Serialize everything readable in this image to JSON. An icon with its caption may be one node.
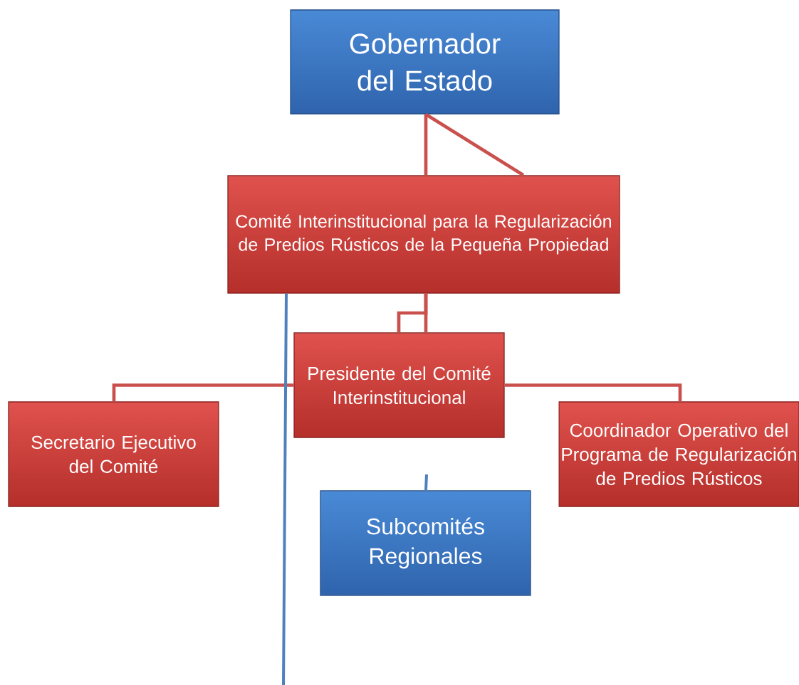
{
  "diagram": {
    "nodes": [
      {
        "text": [
          "Gobernador del Estado"
        ]
      },
      {
        "text": [
          "Comité Interinstitucional para la Regularización de Predios Rústicos de la Pequeña Propiedad"
        ]
      },
      {
        "text": [
          "Presidente del Comité Interinstitucional"
        ]
      },
      {
        "text": [
          "Secretario Ejecutivo del Comité"
        ]
      },
      {
        "text": [
          "Coordinador Operativo del Programa de Regularización de Predios Rústicos"
        ]
      },
      {
        "text": [
          "Subcomités Regionales"
        ]
      }
    ],
    "edges": [
      {
        "from": 0,
        "to": 1,
        "arrow": "none"
      },
      {
        "from": 0,
        "to": 1,
        "arrow": "none"
      },
      {
        "from": 1,
        "to": 2,
        "arrow": "none"
      },
      {
        "from": 1,
        "to": 2,
        "arrow": "none"
      },
      {
        "from": 2,
        "to": 3,
        "arrow": "none"
      },
      {
        "from": 2,
        "to": 4,
        "arrow": "none"
      },
      {
        "from": 1,
        "to": null,
        "arrow": "none",
        "color": "#4f81bd"
      },
      {
        "from": null,
        "to": 5,
        "arrow": "none",
        "color": "#4f81bd"
      }
    ]
  }
}
